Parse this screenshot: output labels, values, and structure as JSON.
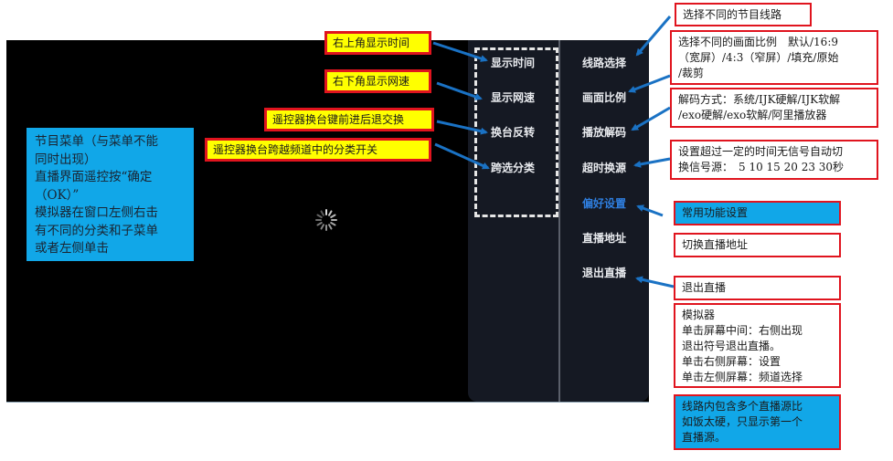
{
  "screen": {
    "loading_indicator": "spinner-icon"
  },
  "left_note": {
    "lines": [
      "节目菜单（与菜单不能",
      "同时出现）",
      "直播界面遥控按“确定",
      "（OK）”",
      "模拟器在窗口左侧右击",
      "有不同的分类和子菜单",
      "或者左侧单击"
    ]
  },
  "settings_panel": {
    "left_column": [
      {
        "label": "显示时间"
      },
      {
        "label": "显示网速"
      },
      {
        "label": "换台反转"
      },
      {
        "label": "跨选分类"
      }
    ],
    "right_column": [
      {
        "label": "线路选择"
      },
      {
        "label": "画面比例"
      },
      {
        "label": "播放解码"
      },
      {
        "label": "超时换源"
      },
      {
        "label": "偏好设置",
        "active": true
      },
      {
        "label": "直播地址"
      },
      {
        "label": "退出直播"
      }
    ],
    "accent_color": "#2f7fe0"
  },
  "annotations_left": [
    {
      "text": "右上角显示时间"
    },
    {
      "text": "右下角显示网速"
    },
    {
      "text": "遥控器换台键前进后退交换"
    },
    {
      "text": "遥控器换台跨越频道中的分类开关"
    }
  ],
  "annotations_right": [
    {
      "lines": [
        "选择不同的节目线路"
      ]
    },
    {
      "lines": [
        "选择不同的画面比例　默认/16:9",
        "（宽屏）/4:3（窄屏）/填充/原始",
        "/裁剪"
      ]
    },
    {
      "lines": [
        "解码方式：系统/IJK硬解/IJK软解",
        "/exo硬解/exo软解/阿里播放器"
      ]
    },
    {
      "lines": [
        "设置超过一定的时间无信号自动切",
        "换信号源：　5 10 15 20 23 30秒"
      ]
    },
    {
      "lines": [
        "常用功能设置"
      ]
    },
    {
      "lines": [
        "切换直播地址"
      ]
    },
    {
      "lines": [
        "退出直播"
      ]
    },
    {
      "lines": [
        "模拟器",
        "单击屏幕中间：右侧出现",
        "退出符号退出直播。",
        "单击右侧屏幕：设置",
        "单击左侧屏幕：频道选择"
      ]
    },
    {
      "lines": [
        "线路内包含多个直播源比",
        "如饭太硬，只显示第一个",
        "直播源。"
      ]
    }
  ],
  "colors": {
    "annotation_border": "#e0141e",
    "annotation_yellow": "#ffff00",
    "annotation_blue": "#11a7e8",
    "arrow": "#1a72c4"
  }
}
